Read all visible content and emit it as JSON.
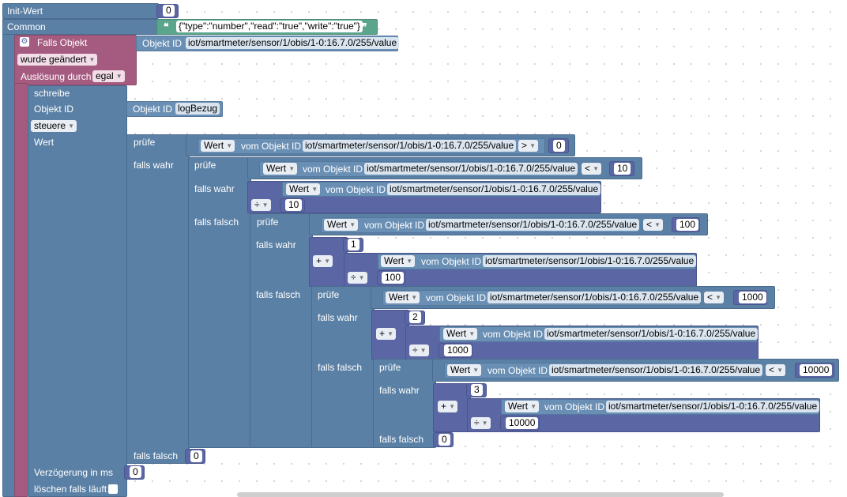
{
  "init": {
    "label": "Init-Wert",
    "value": "0"
  },
  "common": {
    "label": "Common",
    "value": "{\"type\":\"number\",\"read\":\"true\",\"write\":\"true\"}",
    "quote_open": "❝",
    "quote_close": "❞"
  },
  "trigger": {
    "title": "Falls Objekt",
    "objid_label": "Objekt ID",
    "objid_value": "iot/smartmeter/sensor/1/obis/1-0:16.7.0/255/value",
    "condition": "wurde geändert",
    "trigger_label": "Auslösung durch",
    "trigger_value": "egal"
  },
  "write": {
    "label": "schreibe",
    "objid_label": "Objekt ID",
    "target_label": "Objekt ID",
    "target_value": "logBezug",
    "mode": "steuere",
    "value_label": "Wert",
    "delay_label": "Verzögerung in ms",
    "delay_value": "0",
    "clear_label": "löschen falls läuft"
  },
  "terms": {
    "pruefe": "prüfe",
    "falls_wahr": "falls wahr",
    "falls_falsch": "falls falsch",
    "wert": "Wert",
    "vom_objekt": "vom Objekt ID",
    "obj": "iot/smartmeter/sensor/1/obis/1-0:16.7.0/255/value"
  },
  "ops": {
    "gt": ">",
    "lt": "<",
    "div": "÷",
    "plus": "+"
  },
  "numbers": {
    "n0": "0",
    "n10": "10",
    "n100": "100",
    "n1000": "1000",
    "n10000": "10000",
    "n1": "1",
    "n2": "2",
    "n3": "3"
  },
  "colors": {
    "blue": "#5b80a5",
    "purple": "#5b67a5",
    "magenta": "#a55b80",
    "green": "#5ba58c"
  }
}
